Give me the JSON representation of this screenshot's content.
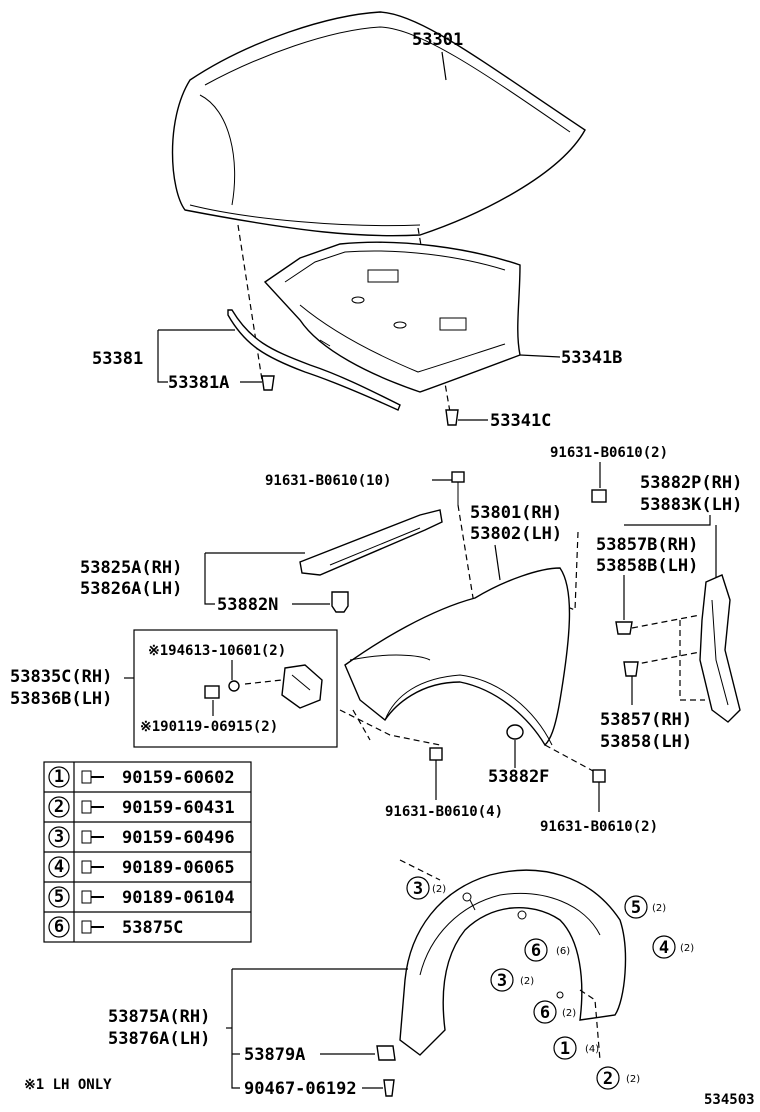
{
  "parts": {
    "hood": "53301",
    "hood_insulator": "53341B",
    "hood_insulator_clip": "53341C",
    "seal": "53381",
    "seal_clip": "53381A",
    "bolt_top": "91631-B0610(10)",
    "bolt_right_top": "91631-B0610(2)",
    "seal_right_rh": "53882P(RH)",
    "seal_right_lh": "53883K(LH)",
    "fender_rh": "53801(RH)",
    "fender_lh": "53802(LH)",
    "protector_rh": "53857B(RH)",
    "protector_lh": "53858B(LH)",
    "seal_upper_rh": "53825A(RH)",
    "seal_upper_lh": "53826A(LH)",
    "clip_n": "53882N",
    "bracket_rh": "53835C(RH)",
    "bracket_lh": "53836B(LH)",
    "bolt_lh_only_1": "※194613-10601(2)",
    "bolt_lh_only_2": "※190119-06915(2)",
    "grommet": "53882F",
    "clip_rh": "53857(RH)",
    "clip_lh": "53858(LH)",
    "bolt_bottom_left": "91631-B0610(4)",
    "bolt_bottom_right": "91631-B0610(2)",
    "liner_rh": "53875A(RH)",
    "liner_lh": "53876A(LH)",
    "liner_clip": "53879A",
    "liner_screw": "90467-06192",
    "note": "※1 LH ONLY",
    "diagram_id": "534503"
  },
  "fastener_table": [
    {
      "num": "1",
      "part": "90159-60602"
    },
    {
      "num": "2",
      "part": "90159-60431"
    },
    {
      "num": "3",
      "part": "90159-60496"
    },
    {
      "num": "4",
      "part": "90189-06065"
    },
    {
      "num": "5",
      "part": "90189-06104"
    },
    {
      "num": "6",
      "part": "53875C"
    }
  ],
  "callouts": [
    {
      "num": "3",
      "qty": "(2)"
    },
    {
      "num": "5",
      "qty": "(2)"
    },
    {
      "num": "6",
      "qty": "(6)"
    },
    {
      "num": "4",
      "qty": "(2)"
    },
    {
      "num": "3",
      "qty": "(2)"
    },
    {
      "num": "6",
      "qty": "(2)"
    },
    {
      "num": "1",
      "qty": "(4)"
    },
    {
      "num": "2",
      "qty": "(2)"
    }
  ]
}
